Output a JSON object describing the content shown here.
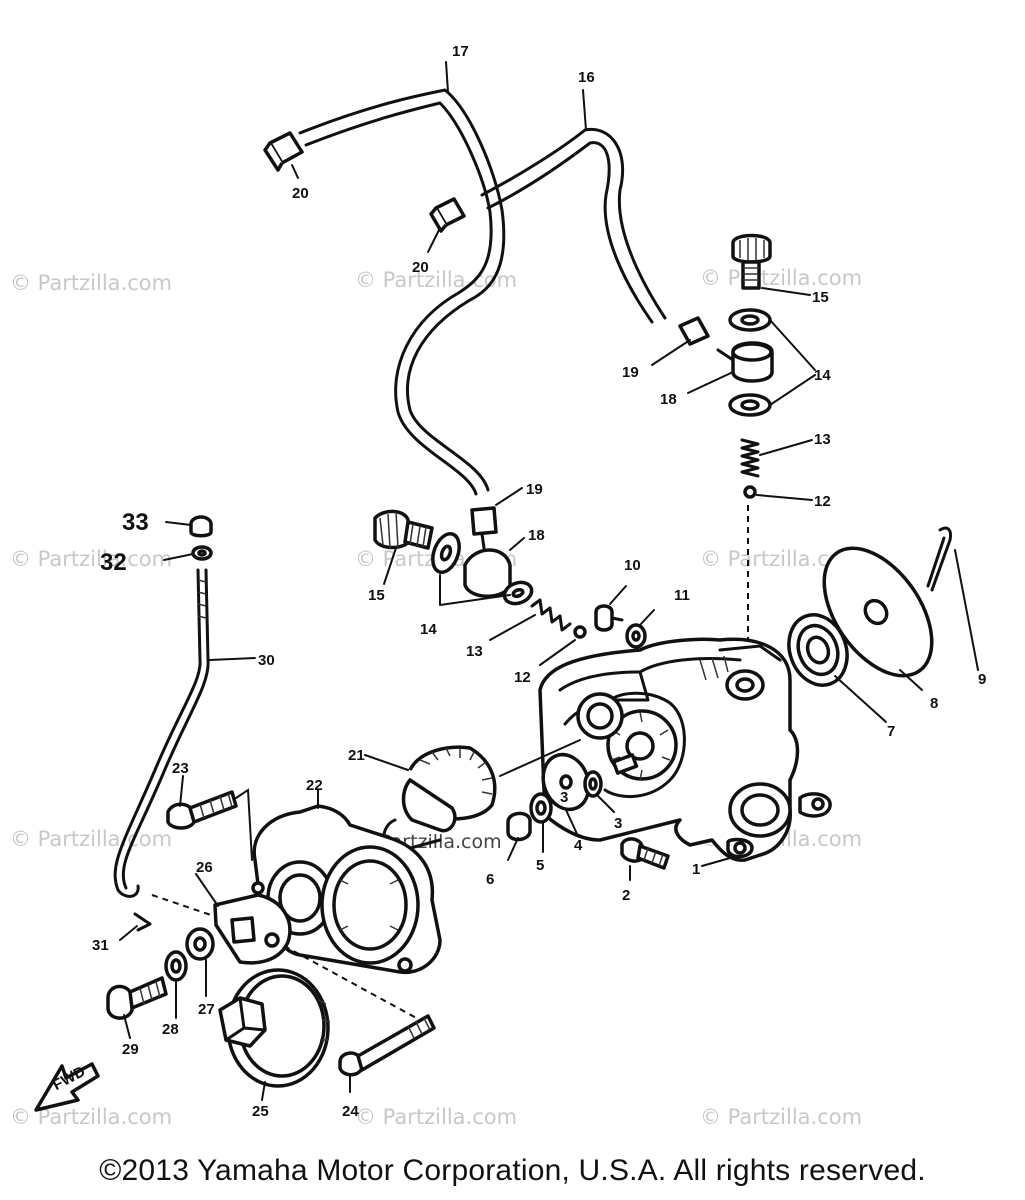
{
  "watermark": "© Partzilla.com",
  "copyright": "©2013  Yamaha Motor Corporation, U.S.A. All rights reserved.",
  "fwd_label": "FWD",
  "callouts": {
    "c1": "1",
    "c2": "2",
    "c3a": "3",
    "c3b": "3",
    "c4": "4",
    "c5": "5",
    "c6": "6",
    "c7": "7",
    "c8": "8",
    "c9": "9",
    "c10": "10",
    "c11": "11",
    "c12a": "12",
    "c12b": "12",
    "c13a": "13",
    "c13b": "13",
    "c14a": "14",
    "c14b": "14",
    "c15a": "15",
    "c15b": "15",
    "c16": "16",
    "c17": "17",
    "c18a": "18",
    "c18b": "18",
    "c19a": "19",
    "c19b": "19",
    "c20a": "20",
    "c20b": "20",
    "c21": "21",
    "c22": "22",
    "c23": "23",
    "c24": "24",
    "c25": "25",
    "c26": "26",
    "c27": "27",
    "c28": "28",
    "c29": "29",
    "c30": "30",
    "c31": "31",
    "c32": "32",
    "c33": "33"
  }
}
